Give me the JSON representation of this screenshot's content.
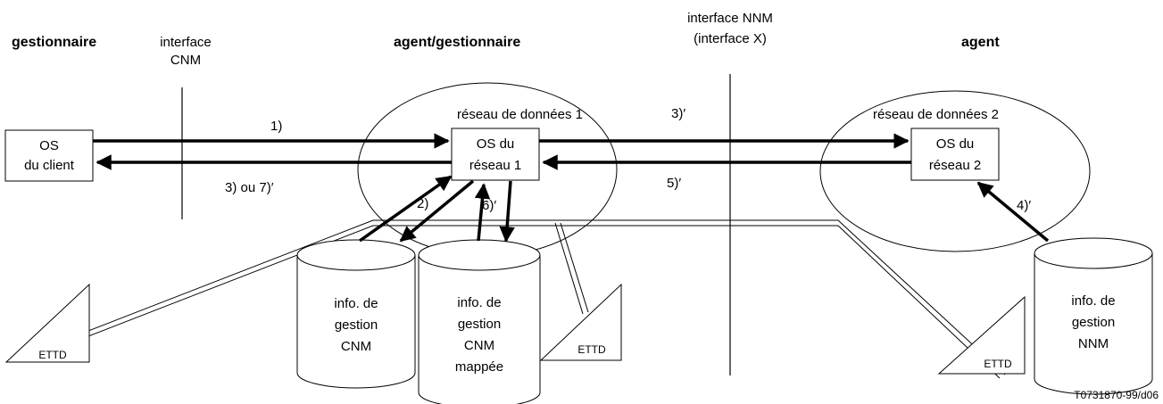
{
  "headers": {
    "manager": "gestionnaire",
    "agent_manager": "agent/gestionnaire",
    "agent": "agent"
  },
  "interfaces": {
    "cnm_line1": "interface",
    "cnm_line2": "CNM",
    "nnm_line1": "interface NNM",
    "nnm_line2": "(interface X)"
  },
  "networks": {
    "net1": "réseau de données 1",
    "net2": "réseau de données 2"
  },
  "boxes": {
    "client_line1": "OS",
    "client_line2": "du client",
    "os1_line1": "OS du",
    "os1_line2": "réseau 1",
    "os2_line1": "OS du",
    "os2_line2": "réseau 2"
  },
  "steps": {
    "s1": "1)",
    "s2": "2)",
    "s3_7": "3) ou 7)′",
    "s3p": "3)′",
    "s4p": "4)′",
    "s5p": "5)′",
    "s6p": "6)′"
  },
  "databases": {
    "cnm": [
      "info. de",
      "gestion",
      "CNM"
    ],
    "cnm_mapped": [
      "info. de",
      "gestion",
      "CNM",
      "mappée"
    ],
    "nnm": [
      "info. de",
      "gestion",
      "NNM"
    ]
  },
  "terminals": {
    "t1": "ETTD",
    "t2": "ETTD",
    "t3": "ETTD"
  },
  "reference": "T0731870-99/d06"
}
